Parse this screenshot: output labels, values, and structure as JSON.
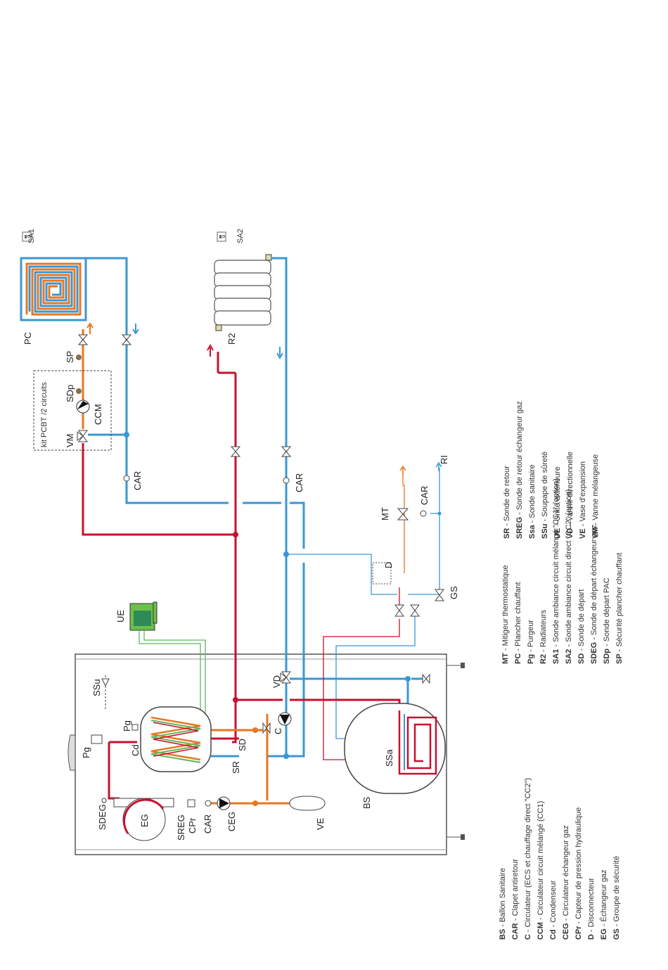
{
  "labels": {
    "pc": "PC",
    "sa1": "SA1",
    "sa2": "SA2",
    "sp": "SP",
    "sdp": "SDp",
    "ccm": "CCM",
    "vm": "VM",
    "kit": "kit PCBT /2 circuits",
    "car_top": "CAR",
    "car_mid": "CAR",
    "car_mt": "CAR",
    "car_eg": "CAR",
    "r2": "R2",
    "mt": "MT",
    "ri": "RI",
    "d": "D",
    "gs": "GS",
    "ue": "UE",
    "ssu": "SSu",
    "vd": "VD",
    "pg_top": "Pg",
    "pg_side": "Pg",
    "cd": "Cd",
    "c": "C",
    "sd": "SD",
    "sr": "SR",
    "ssa": "SSa",
    "bs": "BS",
    "sdeg": "SDEG",
    "eg": "EG",
    "sreg": "SREG",
    "cpr": "CPr",
    "ceg": "CEG",
    "ve": "VE"
  },
  "legend_col1": [
    {
      "key": "BS",
      "text": " - Ballon Sanitaire"
    },
    {
      "key": "CAR",
      "text": " - Clapet antiretour"
    },
    {
      "key": "C",
      "text": " - Circulateur (ECS et chauffage direct \"CC2\")"
    },
    {
      "key": "CCM",
      "text": " - Circulateur circuit mélangé (CC1)"
    },
    {
      "key": "Cd",
      "text": " - Condenseur"
    },
    {
      "key": "CEG",
      "text": " - Circulateur échangeur gaz"
    },
    {
      "key": "CPr",
      "text": " - Capteur de pression hydraulique"
    },
    {
      "key": "D",
      "text": " - Disconnecteur"
    },
    {
      "key": "EG",
      "text": " - Échangeur gaz"
    },
    {
      "key": "GS",
      "text": " - Groupe de sécurité"
    }
  ],
  "legend_col2": [
    {
      "key": "MT",
      "text": " - Mitigeur thermostatique"
    },
    {
      "key": "PC",
      "text": " - Plancher chauffant"
    },
    {
      "key": "Pg",
      "text": " - Purgeur"
    },
    {
      "key": "R2",
      "text": " - Radiateurs"
    },
    {
      "key": "SA1",
      "text": " - Sonde ambiance circuit mélangé \"CC1\" (option)"
    },
    {
      "key": "SA2",
      "text": " - Sonde ambiance circuit direct \"CC2\" (option)"
    },
    {
      "key": "SD",
      "text": " - Sonde de départ"
    },
    {
      "key": "SDEG",
      "text": " - Sonde de départ échangeur gaz"
    },
    {
      "key": "SDp",
      "text": " - Sonde départ PAC"
    },
    {
      "key": "SP",
      "text": " - Sécurité plancher chauffant"
    }
  ],
  "legend_col3": [
    {
      "key": "SR",
      "text": " - Sonde de retour"
    },
    {
      "key": "SREG",
      "text": " - Sonde de retour échangeur gaz"
    },
    {
      "key": "Ssa",
      "text": " - Sonde sanitaire"
    },
    {
      "key": "SSu",
      "text": " - Soupape de sûreté"
    },
    {
      "key": "UE",
      "text": " - Unité extérieure"
    },
    {
      "key": "VD",
      "text": " - Vanne directionnelle"
    },
    {
      "key": "VE",
      "text": " - Vase d'expansion"
    },
    {
      "key": "VM",
      "text": " - Vanne mélangeuse"
    }
  ],
  "colors": {
    "red": "#c8102e",
    "blue": "#3a97d4",
    "orange": "#e87722",
    "green": "#5cb85c",
    "frame": "#555555"
  }
}
